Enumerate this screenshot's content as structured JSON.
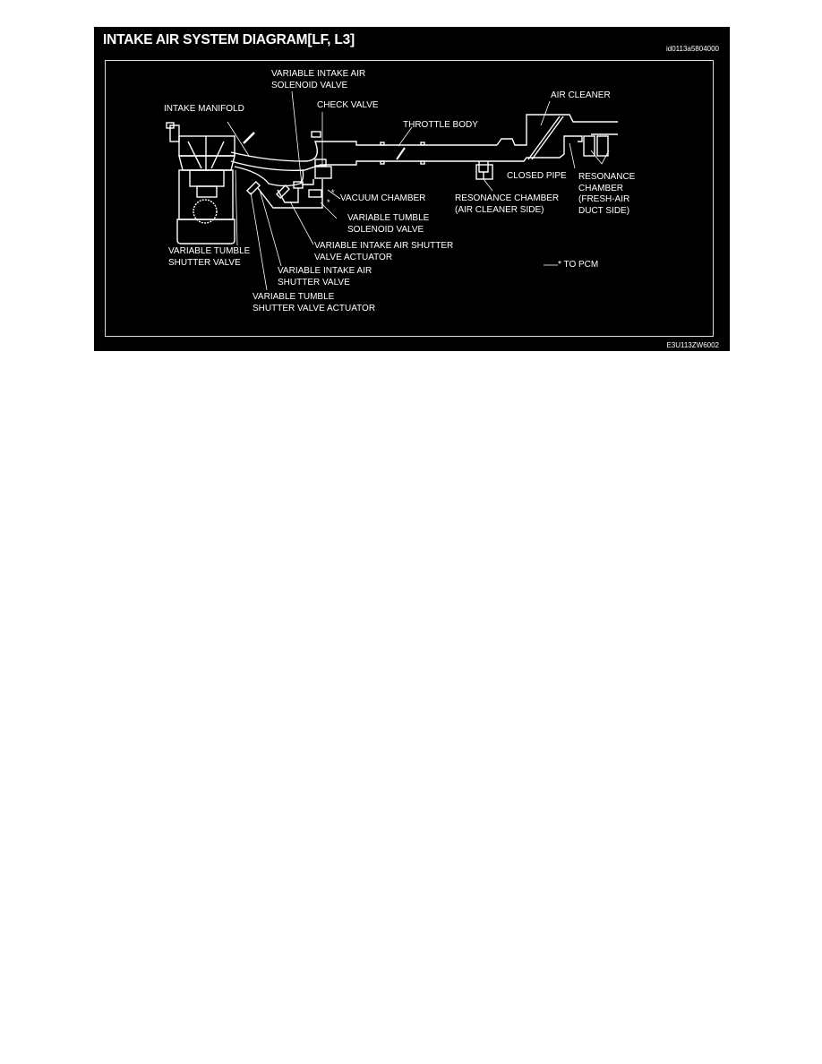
{
  "header": {
    "title": "INTAKE AIR SYSTEM DIAGRAM[LF, L3]",
    "doc_id": "id0113a5804000"
  },
  "footer": {
    "figure_id": "E3U113ZW6002"
  },
  "labels": {
    "variable_intake_air_solenoid_valve": [
      "VARIABLE INTAKE AIR",
      "SOLENOID VALVE"
    ],
    "intake_manifold": "INTAKE MANIFOLD",
    "check_valve": "CHECK VALVE",
    "throttle_body": "THROTTLE BODY",
    "air_cleaner": "AIR CLEANER",
    "closed_pipe": "CLOSED PIPE",
    "resonance_chamber_fresh_air": [
      "RESONANCE",
      "CHAMBER",
      "(FRESH-AIR",
      "DUCT SIDE)"
    ],
    "vacuum_chamber": "VACUUM CHAMBER",
    "resonance_chamber_air_cleaner": [
      "RESONANCE CHAMBER",
      "(AIR CLEANER SIDE)"
    ],
    "variable_tumble_solenoid_valve": [
      "VARIABLE TUMBLE",
      "SOLENOID VALVE"
    ],
    "variable_intake_air_shutter_valve_actuator": [
      "VARIABLE INTAKE AIR SHUTTER",
      "VALVE ACTUATOR"
    ],
    "variable_tumble_shutter_valve": [
      "VARIABLE TUMBLE",
      "SHUTTER VALVE"
    ],
    "variable_intake_air_shutter_valve": [
      "VARIABLE INTAKE AIR",
      "SHUTTER VALVE"
    ],
    "variable_tumble_shutter_valve_actuator": [
      "VARIABLE TUMBLE",
      "SHUTTER VALVE ACTUATOR"
    ]
  },
  "legend": {
    "symbol": "*",
    "text": "TO PCM"
  },
  "colors": {
    "background": "#000000",
    "line": "#ffffff",
    "page": "#ffffff"
  }
}
